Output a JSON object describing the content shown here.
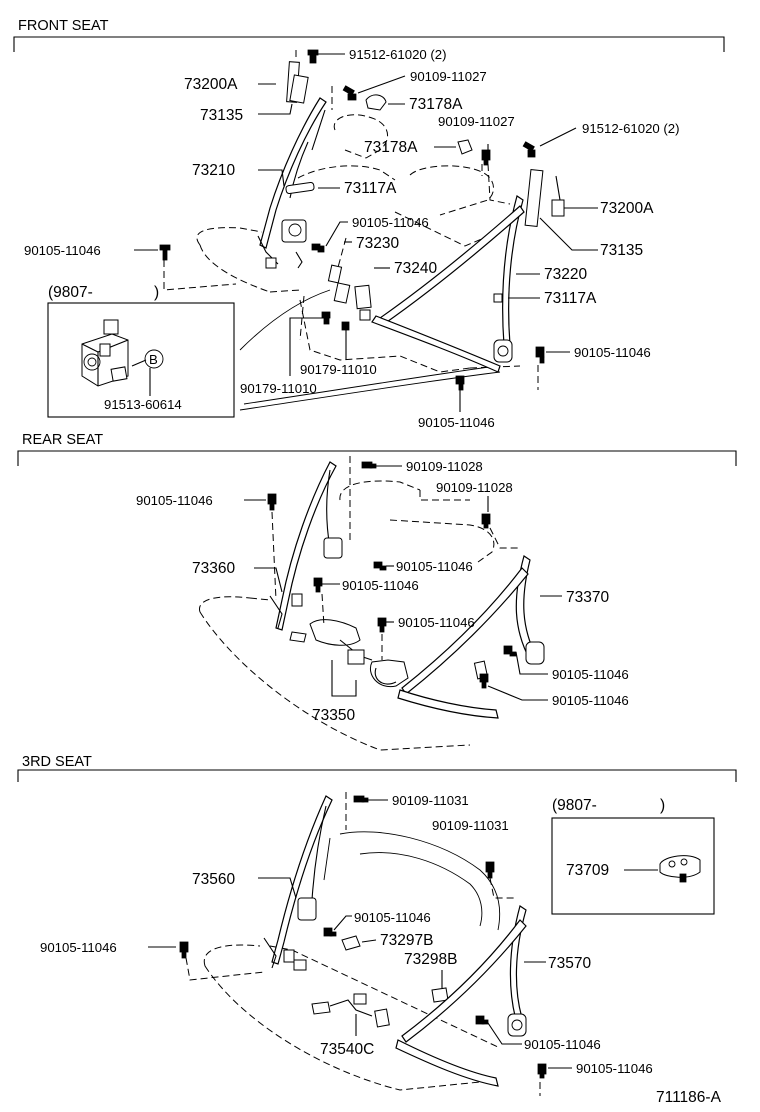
{
  "sections": {
    "front": "FRONT SEAT",
    "rear": "REAR SEAT",
    "third": "3RD SEAT"
  },
  "front_labels": {
    "p91512_a": "91512-61020 (2)",
    "p73200a_l": "73200A",
    "p90109_11027_a": "90109-11027",
    "p73135_l": "73135",
    "p73178a_a": "73178A",
    "p90109_11027_b": "90109-11027",
    "p91512_b": "91512-61020 (2)",
    "p73178a_b": "73178A",
    "p73210": "73210",
    "p73117a_a": "73117A",
    "p73200a_r": "73200A",
    "p90105_a": "90105-11046",
    "p90105_b": "90105-11046",
    "p73230": "73230",
    "p73135_r": "73135",
    "p73240": "73240",
    "p73220": "73220",
    "p73117a_b": "73117A",
    "p90105_c": "90105-11046",
    "p90179_a": "90179-11010",
    "p90179_b": "90179-11010",
    "p90105_d": "90105-11046"
  },
  "inset_front": {
    "date": "(9807-",
    "close": ")",
    "callout": "B",
    "part": "91513-60614"
  },
  "rear_labels": {
    "p90109_a": "90109-11028",
    "p90105_a": "90105-11046",
    "p90109_b": "90109-11028",
    "p90105_b": "90105-11046",
    "p73360": "73360",
    "p90105_c": "90105-11046",
    "p73370": "73370",
    "p90105_d": "90105-11046",
    "p90105_e": "90105-11046",
    "p90105_f": "90105-11046",
    "p73350": "73350"
  },
  "third_labels": {
    "p90109_a": "90109-11031",
    "p90109_b": "90109-11031",
    "p73560": "73560",
    "p90105_a": "90105-11046",
    "p73297b": "73297B",
    "p90105_b": "90105-11046",
    "p73298b": "73298B",
    "p73570": "73570",
    "p73540c": "73540C",
    "p90105_c": "90105-11046",
    "p90105_d": "90105-11046"
  },
  "inset_third": {
    "date": "(9807-",
    "close": ")",
    "part": "73709"
  },
  "figure_code": "711186-A"
}
